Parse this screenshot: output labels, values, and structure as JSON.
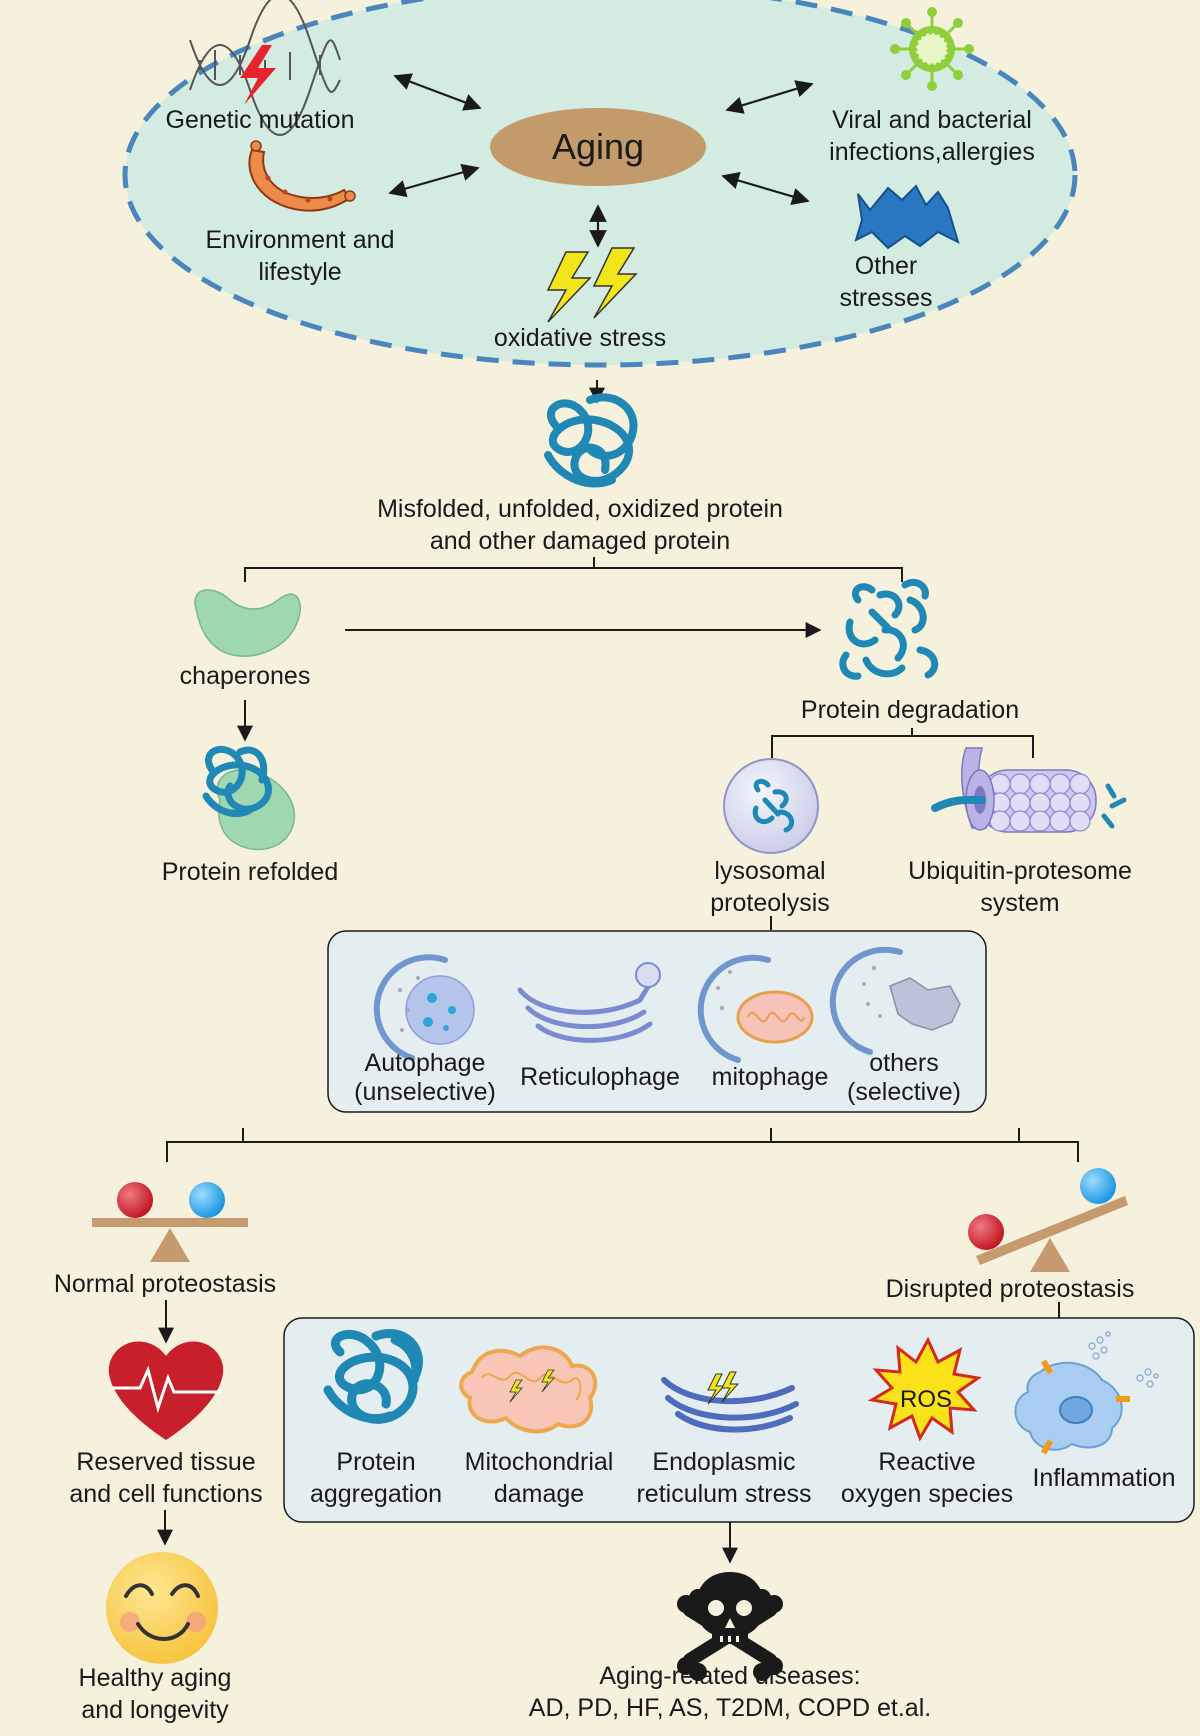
{
  "top": {
    "center": "Aging",
    "genetic": "Genetic mutation",
    "environment": [
      "Environment and",
      "lifestyle"
    ],
    "oxidative": "oxidative stress",
    "viral": [
      "Viral and bacterial",
      "infections,allergies"
    ],
    "other": [
      "Other",
      "stresses"
    ]
  },
  "damaged": [
    "Misfolded, unfolded, oxidized protein",
    "and other damaged protein"
  ],
  "chaperones": "chaperones",
  "refolded": "Protein refolded",
  "degradation": "Protein degradation",
  "lysosomal": [
    "lysosomal",
    "proteolysis"
  ],
  "ups": [
    "Ubiquitin-protesome",
    "system"
  ],
  "autophagy": {
    "auto": [
      "Autophage",
      "(unselective)"
    ],
    "reticulo": "Reticulophage",
    "mito": "mitophage",
    "others": [
      "others",
      "(selective)"
    ]
  },
  "normal": "Normal proteostasis",
  "disrupted": "Disrupted proteostasis",
  "reserved": [
    "Reserved tissue",
    "and cell functions"
  ],
  "healthy": [
    "Healthy aging",
    "and longevity"
  ],
  "consequences": {
    "aggregation": [
      "Protein",
      "aggregation"
    ],
    "mito_damage": [
      "Mitochondrial",
      "damage"
    ],
    "er_stress": [
      "Endoplasmic",
      "reticulum stress"
    ],
    "ros_label": "ROS",
    "ros": [
      "Reactive",
      "oxygen species"
    ],
    "inflammation": "Inflammation"
  },
  "diseases": [
    "Aging-related diseases:",
    "AD, PD, HF, AS, T2DM, COPD et.al."
  ],
  "colors": {
    "background": "#f6f1dd",
    "ellipse_fill": "#d3ebe0",
    "ellipse_stroke": "#4a86bd",
    "protein": "#1f88b4",
    "chaperone": "#9fd8b0",
    "aging": "#c39b6a",
    "box_fill": "#e4eef0",
    "lightning": "#f2e51a"
  }
}
